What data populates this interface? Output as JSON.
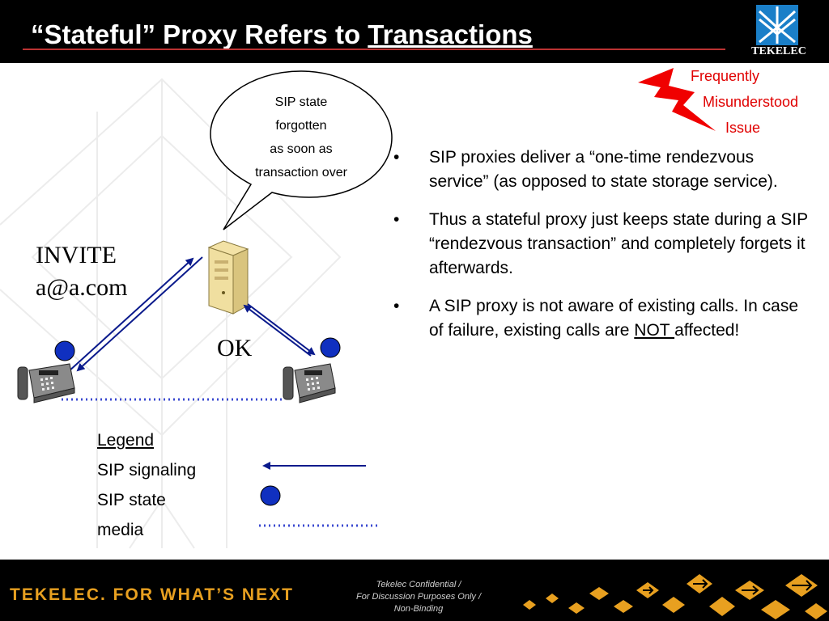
{
  "header": {
    "title_prefix": "“Stateful” Proxy Refers to ",
    "title_underlined": "Transactions",
    "logo_text": "TEKELEC"
  },
  "badge": {
    "line1": "Frequently",
    "line2": "Misunderstood",
    "line3": "Issue",
    "color": "#e00000"
  },
  "bubble": {
    "lines": [
      "SIP state",
      "forgotten",
      "as soon as",
      "transaction over"
    ]
  },
  "diagram": {
    "invite_line1": "INVITE",
    "invite_line2": "a@a.com",
    "ok_label": "OK"
  },
  "bullets": [
    {
      "text": "SIP proxies deliver a “one-time rendezvous service” (as opposed to state storage service)."
    },
    {
      "text": "Thus a stateful proxy just keeps state during a SIP “rendezvous transaction” and completely forgets it afterwards."
    },
    {
      "text_before": "A SIP proxy is not aware of existing calls. In case of failure, existing calls are ",
      "text_underlined": "NOT ",
      "text_after": "affected!"
    }
  ],
  "legend": {
    "title": "Legend",
    "items": [
      "SIP signaling",
      "SIP state",
      "media"
    ]
  },
  "footer": {
    "tagline": "TEKELEC. FOR WHAT’S NEXT",
    "confidential_line1": "Tekelec Confidential /",
    "confidential_line2": "For Discussion Purposes Only /",
    "confidential_line3": "Non-Binding"
  },
  "colors": {
    "signaling_blue": "#0a1a8c",
    "state_dot": "#1030c0",
    "media_dots": "#3a48d0",
    "footer_orange": "#e8a020"
  }
}
